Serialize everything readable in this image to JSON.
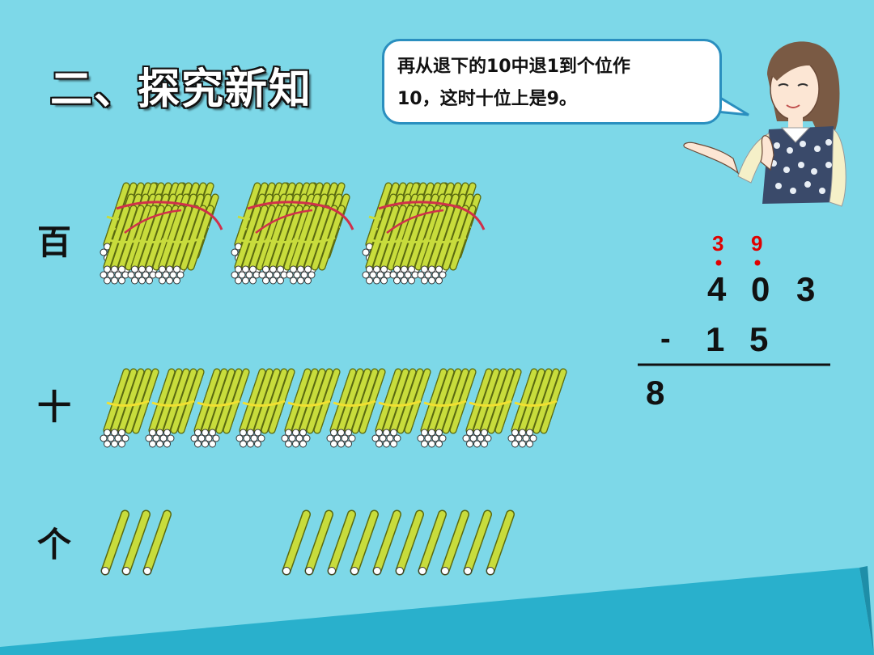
{
  "title": "二、探究新知",
  "bubble": {
    "line1": "再从退下的10中退1到个位作",
    "line2": "10，这时十位上是9。"
  },
  "rows": {
    "hundreds": "百",
    "tens": "十",
    "ones": "个"
  },
  "calc": {
    "carry_hundreds": "3",
    "carry_tens": "9",
    "minuend": [
      "4",
      "0",
      "3"
    ],
    "minus_sign": "-",
    "subtrahend": [
      "1",
      "5"
    ],
    "result": "8"
  },
  "counts": {
    "hundred_bundles": 3,
    "ten_bundles": 10,
    "ones_left_group": 3,
    "ones_right_group": 10
  },
  "colors": {
    "background": "#7dd8e8",
    "stick": "#c8dc3c",
    "accent_wave": "#29b0cc",
    "carry": "#e00000"
  }
}
